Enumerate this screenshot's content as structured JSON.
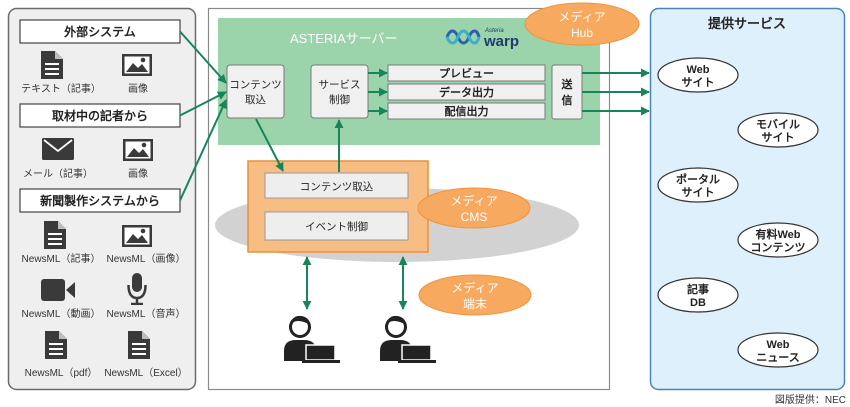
{
  "sources": {
    "groups": [
      {
        "title": "外部システム",
        "items": [
          {
            "icon": "document-icon",
            "label": "テキスト（記事）"
          },
          {
            "icon": "image-icon",
            "label": "画像"
          }
        ]
      },
      {
        "title": "取材中の記者から",
        "items": [
          {
            "icon": "envelope-icon",
            "label": "メール（記事）"
          },
          {
            "icon": "image-icon",
            "label": "画像"
          }
        ]
      },
      {
        "title": "新聞製作システムから",
        "items": [
          {
            "icon": "document-icon",
            "label": "NewsML（記事）"
          },
          {
            "icon": "image-icon",
            "label": "NewsML（画像）"
          },
          {
            "icon": "video-camera-icon",
            "label": "NewsML（動画）"
          },
          {
            "icon": "microphone-icon",
            "label": "NewsML（音声）"
          },
          {
            "icon": "document-icon",
            "label": "NewsML（pdf）"
          },
          {
            "icon": "document-icon",
            "label": "NewsML（Excel）"
          }
        ]
      }
    ]
  },
  "server": {
    "title": "ASTERIAサーバー",
    "logo": {
      "brand": "Asteria",
      "product": "warp"
    },
    "badge": {
      "line1": "メディア",
      "line2": "Hub"
    },
    "ingest": {
      "line1": "コンテンツ",
      "line2": "取込"
    },
    "control": {
      "line1": "サービス",
      "line2": "制御"
    },
    "outputs": [
      "プレビュー",
      "データ出力",
      "配信出力"
    ],
    "send": {
      "line1": "送",
      "line2": "信"
    }
  },
  "cms": {
    "ingest": "コンテンツ取込",
    "event_control": "イベント制御",
    "badge": {
      "line1": "メディア",
      "line2": "CMS"
    }
  },
  "terminal": {
    "badge": {
      "line1": "メディア",
      "line2": "端末"
    },
    "users": [
      "person-with-laptop-icon",
      "person-with-laptop-icon"
    ]
  },
  "services": {
    "title": "提供サービス",
    "items": [
      {
        "line1": "Web",
        "line2": "サイト"
      },
      {
        "line1": "モバイル",
        "line2": "サイト"
      },
      {
        "line1": "ポータル",
        "line2": "サイト"
      },
      {
        "line1": "有料Web",
        "line2": "コンテンツ"
      },
      {
        "line1": "記事",
        "line2": "DB"
      },
      {
        "line1": "Web",
        "line2": "ニュース"
      }
    ]
  },
  "credit": "図版提供：NEC",
  "colors": {
    "source_panel": "#efefef",
    "server_area": "#9bd3aa",
    "badge_orange": "#f6a95f",
    "cms_box": "#f8bd83",
    "cms_platform": "#d2d2d2",
    "services_panel": "#def0fb",
    "arrow": "#17855a",
    "icon": "#3a3a3a"
  }
}
